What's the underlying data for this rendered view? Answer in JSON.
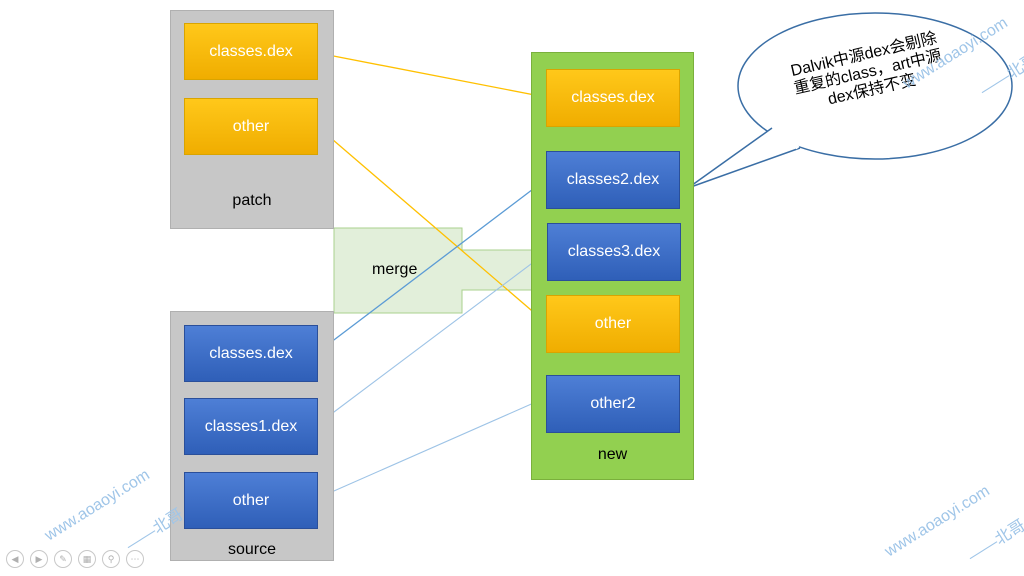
{
  "patch": {
    "label": "patch",
    "items": [
      "classes.dex",
      "other"
    ]
  },
  "source": {
    "label": "source",
    "items": [
      "classes.dex",
      "classes1.dex",
      "other"
    ]
  },
  "merge": {
    "label": "merge"
  },
  "new": {
    "label": "new",
    "items": [
      "classes.dex",
      "classes2.dex",
      "classes3.dex",
      "other",
      "other2"
    ]
  },
  "callout": {
    "line1": "Dalvik中源dex会剔除",
    "line2": "重复的class，art中源",
    "line3": "dex保持不变"
  },
  "watermark": {
    "site": "www.aoaoyi.com",
    "author": "——北哥"
  },
  "colors": {
    "gold": "#ffc000",
    "blue": "#4472c4",
    "green": "#92d050",
    "grey": "#c7c7c7",
    "merge_arrow": "#e2efda"
  }
}
